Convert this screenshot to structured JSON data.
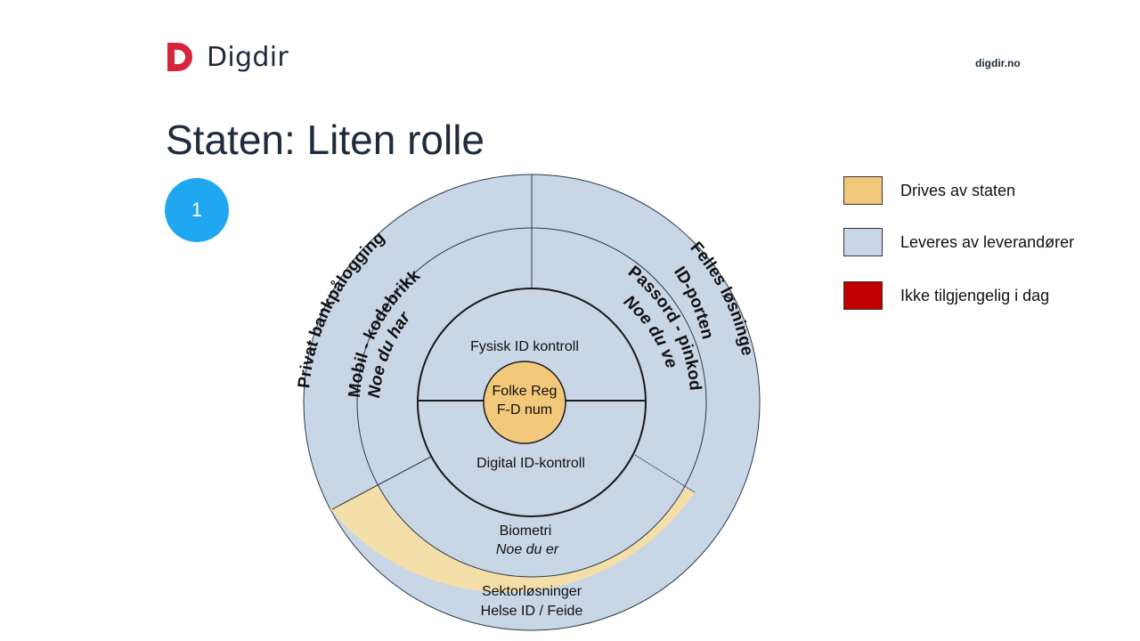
{
  "header": {
    "brand": "Digdir",
    "site": "digdir.no"
  },
  "title": "Staten: Liten rolle",
  "badge": "1",
  "legend": [
    {
      "label": "Drives av staten",
      "color": "#f2c97a"
    },
    {
      "label": "Leveres av leverandører",
      "color": "#c9d6e6"
    },
    {
      "label": "Ikke tilgjengelig i dag",
      "color": "#c00000"
    }
  ],
  "colors": {
    "state": "#f4dfa8",
    "supplier": "#c9d6e6",
    "core": "#f2c97a",
    "stroke": "#2b3a4a"
  },
  "diagram": {
    "core": {
      "line1": "Folke Reg",
      "line2": "F-D num"
    },
    "inner_top": "Fysisk ID kontroll",
    "inner_bottom": "Digital ID-kontroll",
    "middle_bottom": {
      "line1": "Biometri",
      "line2": "Noe du er"
    },
    "outer_bottom": {
      "line1": "Sektorløsninger",
      "line2": "Helse ID / Feide"
    },
    "middle_left": {
      "line1": "Mobil - kodebrikke",
      "line2": "Noe du har"
    },
    "middle_right": {
      "line1": "Passord - pinkode",
      "line2": "Noe du vet"
    },
    "outer_left": "Privat bankpålogging",
    "outer_right": {
      "line1": "Felles løsninger",
      "line2": "ID-porten"
    }
  }
}
